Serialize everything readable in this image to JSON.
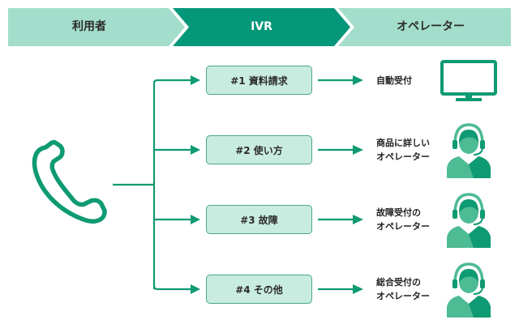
{
  "colors": {
    "primary": "#05977a",
    "light": "#a3ddcb",
    "box_fill": "#c9ece1",
    "box_border": "#4aa78a",
    "icon_light": "#4dbb94",
    "icon_dark": "#0e9a72"
  },
  "header": {
    "steps": [
      {
        "label": "利用者",
        "style": "light"
      },
      {
        "label": "IVR",
        "style": "dark"
      },
      {
        "label": "オペレーター",
        "style": "light"
      }
    ]
  },
  "source": {
    "icon": "phone-handset-icon"
  },
  "menu_options": [
    {
      "label": "#1 資料請求",
      "destination": "自動受付",
      "dest_icon": "monitor-icon"
    },
    {
      "label": "#2 使い方",
      "destination": "商品に詳しい\nオペレーター",
      "dest_icon": "operator-headset-icon"
    },
    {
      "label": "#3 故障",
      "destination": "故障受付の\nオペレーター",
      "dest_icon": "operator-headset-icon"
    },
    {
      "label": "#4 その他",
      "destination": "総合受付の\nオペレーター",
      "dest_icon": "operator-headset-icon"
    }
  ]
}
